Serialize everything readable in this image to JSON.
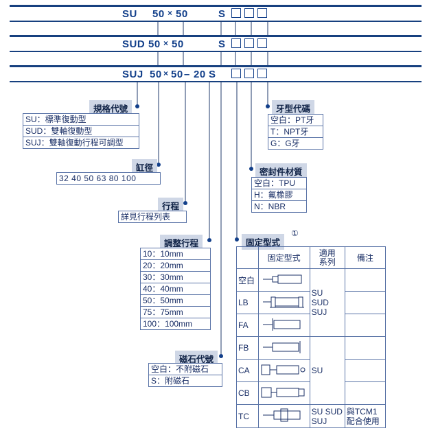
{
  "codes": {
    "su": {
      "prefix": "SU",
      "bore": "50",
      "x": "×",
      "stroke": "50",
      "s": "S"
    },
    "sud": {
      "prefix": "SUD",
      "bore": "50",
      "x": "×",
      "stroke": "50",
      "s": "S"
    },
    "suj": {
      "prefix": "SUJ",
      "bore": "50",
      "x": "×",
      "stroke": "50",
      "dash": "–",
      "adj": "20",
      "s": "S"
    }
  },
  "spec": {
    "title": "規格代號",
    "rows": [
      "SU：標準復動型",
      "SUD：雙軸復動型",
      "SUJ：雙軸復動行程可調型"
    ]
  },
  "bore": {
    "title": "缸徑",
    "values": "32 40 50 63 80 100"
  },
  "stroke": {
    "title": "行程",
    "value": "詳見行程列表"
  },
  "adjust": {
    "title": "調整行程",
    "rows": [
      "10：10mm",
      "20：20mm",
      "30：30mm",
      "40：40mm",
      "50：50mm",
      "75：75mm",
      "100：100mm"
    ]
  },
  "magnet": {
    "title": "磁石代號",
    "rows": [
      "空白：不附磁石",
      "S：附磁石"
    ]
  },
  "thread": {
    "title": "牙型代碼",
    "rows": [
      "空白：PT牙",
      "T：NPT牙",
      "G：G牙"
    ]
  },
  "seal": {
    "title": "密封件材質",
    "rows": [
      "空白：TPU",
      "H：氟橡膠",
      "N：NBR"
    ]
  },
  "mount": {
    "title": "固定型式",
    "note_mark": "①",
    "headers": [
      "固定型式",
      "適用\n系列",
      "備注"
    ],
    "rows": [
      {
        "code": "空白"
      },
      {
        "code": "LB"
      },
      {
        "code": "FA"
      },
      {
        "code": "FB"
      },
      {
        "code": "CA"
      },
      {
        "code": "CB"
      },
      {
        "code": "TC"
      }
    ],
    "series_1": "SU\nSUD\nSUJ",
    "series_2": "SU",
    "series_3": "SU SUD\nSUJ",
    "remark_tc": "與TCM1\n配合使用"
  },
  "colors": {
    "band": "#17407f",
    "text": "#123f8a",
    "label_bg": "#cfd7e6"
  }
}
